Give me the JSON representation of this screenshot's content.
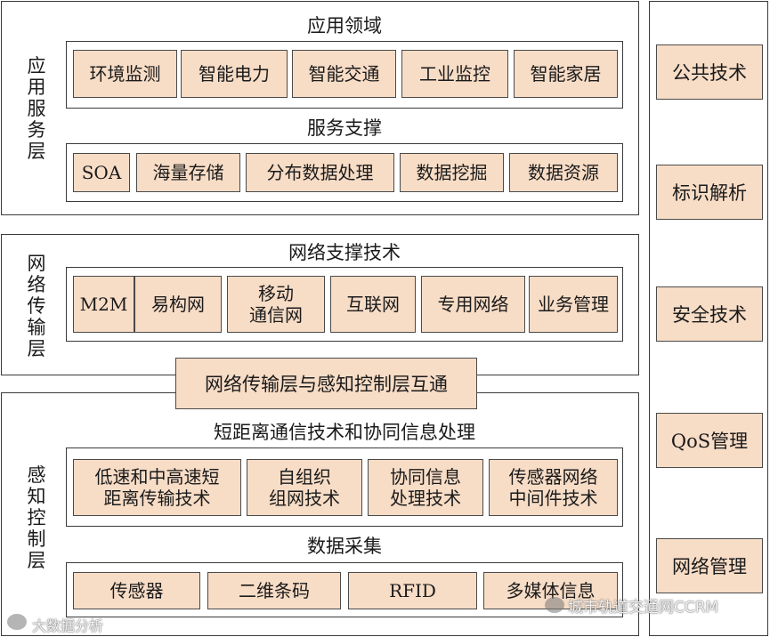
{
  "application_layer": {
    "side_label": [
      "应",
      "用",
      "服",
      "务",
      "层"
    ],
    "fields_title": "应用领域",
    "fields": [
      "环境监测",
      "智能电力",
      "智能交通",
      "工业监控",
      "智能家居"
    ],
    "support_title": "服务支撑",
    "support": [
      "SOA",
      "海量存储",
      "分布数据处理",
      "数据挖掘",
      "数据资源"
    ]
  },
  "network_layer": {
    "side_label": [
      "网",
      "络",
      "传",
      "输",
      "层"
    ],
    "title": "网络支撑技术",
    "items": [
      "M2M",
      "易构网",
      "移动\n通信网",
      "互联网",
      "专用网络",
      "业务管理"
    ]
  },
  "bridge_label": "网络传输层与感知控制层互通",
  "sensing_layer": {
    "side_label": [
      "感",
      "知",
      "控",
      "制",
      "层"
    ],
    "comm_title": "短距离通信技术和协同信息处理",
    "comm": [
      "低速和中高速短\n距离传输技术",
      "自组织\n组网技术",
      "协同信息\n处理技术",
      "传感器网络\n中间件技术"
    ],
    "collect_title": "数据采集",
    "collect": [
      "传感器",
      "二维条码",
      "RFID",
      "多媒体信息"
    ]
  },
  "common_tech": [
    "公共技术",
    "标识解析",
    "安全技术",
    "QoS管理",
    "网络管理"
  ],
  "watermarks": {
    "left": "大数据分析",
    "right": "城市轨道交通网CCRM"
  }
}
